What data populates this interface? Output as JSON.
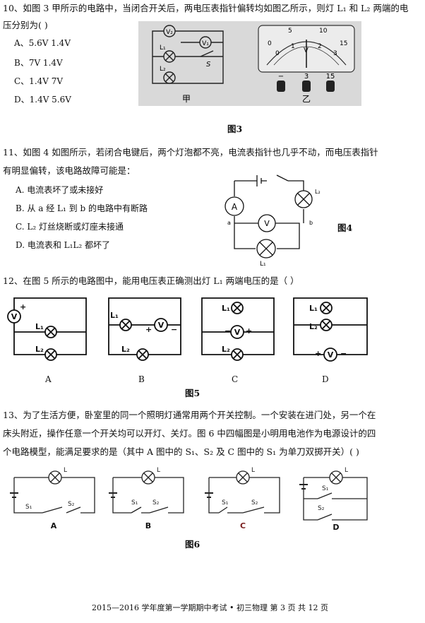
{
  "q10": {
    "line1": "10、如图 3 甲所示的电路中，当闭合开关后，两电压表指针偏转均如图乙所示，则灯 L₁ 和 L₂ 两端的电",
    "line2": "压分别为(          )",
    "options": [
      "A、5.6V    1.4V",
      "B、7V      1.4V",
      "C、1.4V    7V",
      "D、1.4V    5.6V"
    ],
    "fig_left": {
      "v2": "V₂",
      "v1": "V₁",
      "l1": "L₁",
      "l2": "L₂",
      "s": "S",
      "caption": "甲"
    },
    "fig_right": {
      "outer_ticks": [
        "0",
        "5",
        "10",
        "15"
      ],
      "inner_ticks": [
        "0",
        "1",
        "2",
        "3"
      ],
      "unit": "V",
      "terminals": [
        "−",
        "3",
        "15"
      ],
      "caption": "乙"
    },
    "figure_caption": "图3"
  },
  "q11": {
    "line1": "11、如图 4 如图所示，若闭合电键后，两个灯泡都不亮，电流表指针也几乎不动，而电压表指针",
    "line2": "有明显偏转，该电路故障可能是：",
    "options": [
      "A.  电流表坏了或未接好",
      "B.  从 a 经 L₁ 到 b 的电路中有断路",
      "C.  L₂ 灯丝烧断或灯座未接通",
      "D.  电流表和 L₁L₂ 都坏了"
    ],
    "figure": {
      "ammeter": "A",
      "voltmeter": "V",
      "point_a": "a",
      "point_b": "b",
      "l1": "L₁",
      "l2": "L₂"
    },
    "figure_caption": "图4"
  },
  "q12": {
    "line1": "12、在图 5 所示的电路图中，能用电压表正确测出灯 L₁ 两端电压的是（      ）",
    "labels": [
      "A",
      "B",
      "C",
      "D"
    ],
    "l1": "L₁",
    "l2": "L₂",
    "v": "V",
    "plus": "+",
    "minus": "−",
    "figure_caption": "图5"
  },
  "q13": {
    "line1": "13、为了生活方便，卧室里的同一个照明灯通常用两个开关控制。一个安装在进门处，另一个在",
    "line2": "床头附近，操作任意一个开关均可以开灯、关灯。图 6 中四幅图是小明用电池作为电源设计的四",
    "line3": "个电路模型，能满足要求的是（其中 A 图中的 S₁、S₂ 及 C 图中的 S₁ 为单刀双掷开关）(        )",
    "labels": [
      "A",
      "B",
      "C",
      "D"
    ],
    "lamp": "L",
    "s1": "S₁",
    "s2": "S₂",
    "figure_caption": "图6"
  },
  "footer": "2015—2016 学年度第一学期期中考试 • 初三物理  第 3 页  共 12 页"
}
